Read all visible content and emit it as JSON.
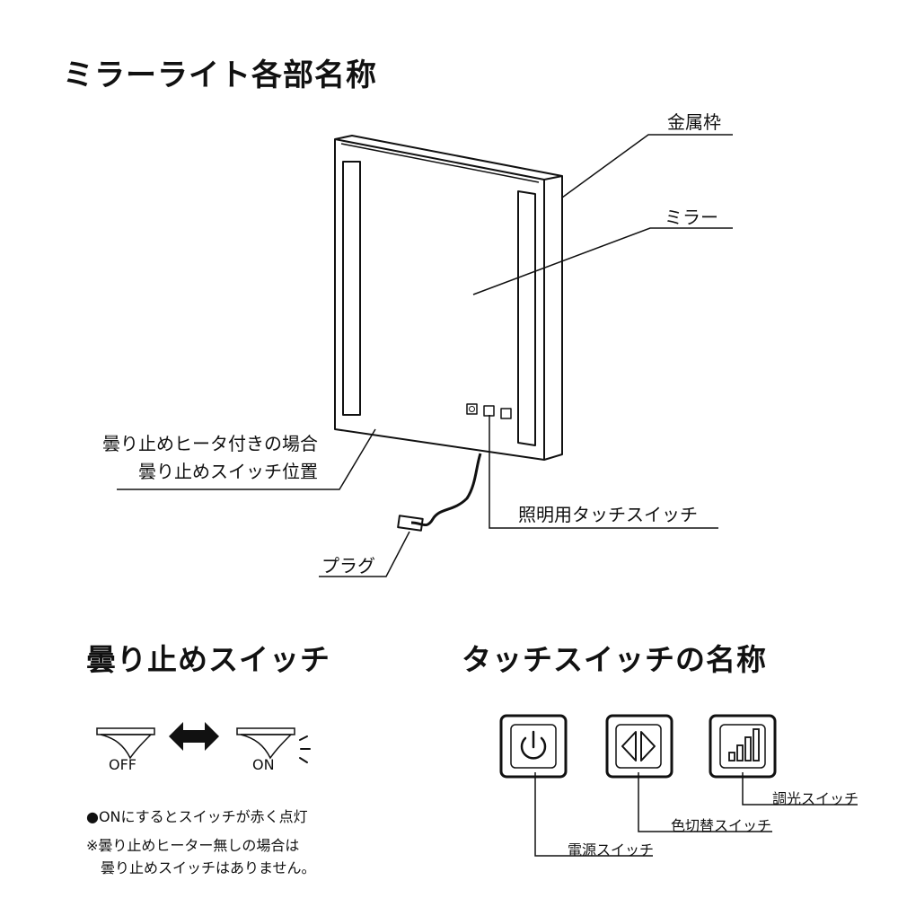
{
  "title": "ミラーライト各部名称",
  "labels": {
    "frame": "金属枠",
    "mirror": "ミラー",
    "heater_case_line1": "曇り止めヒータ付きの場合",
    "heater_case_line2": "曇り止めスイッチ位置",
    "touch_switch": "照明用タッチスイッチ",
    "plug": "プラグ"
  },
  "antifog": {
    "heading": "曇り止めスイッチ",
    "off": "OFF",
    "on": "ON",
    "note_main": "●ONにするとスイッチが赤く点灯",
    "note_sub_line1": "※曇り止めヒーター無しの場合は",
    "note_sub_line2": "曇り止めスイッチはありません。"
  },
  "touch": {
    "heading": "タッチスイッチの名称",
    "dimmer": "調光スイッチ",
    "color": "色切替スイッチ",
    "power": "電源スイッチ"
  }
}
